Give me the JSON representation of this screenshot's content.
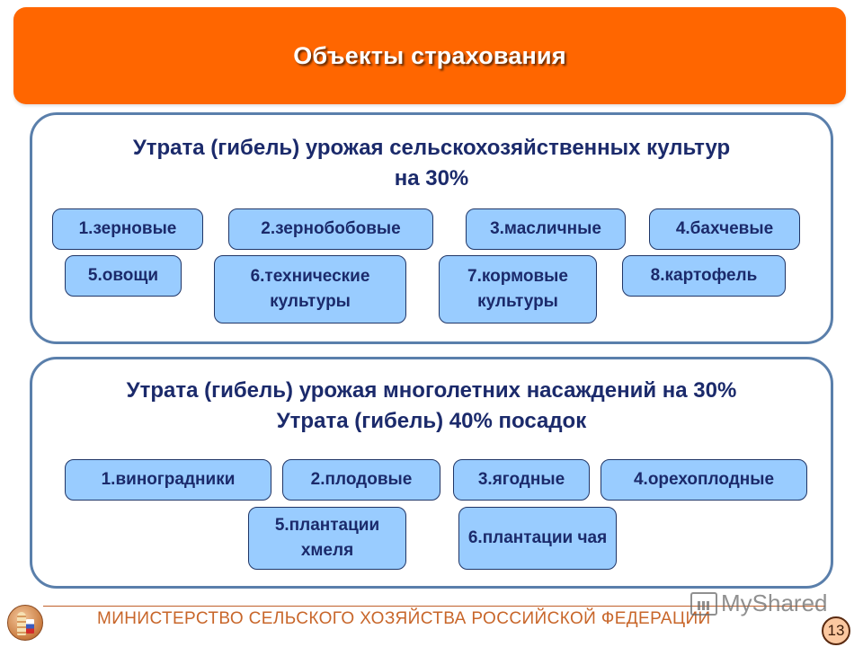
{
  "slide": {
    "title": "Объекты страхования",
    "page_number": "13"
  },
  "panels": [
    {
      "heading_line1": "Утрата (гибель) урожая сельскохозяйственных культур",
      "heading_line2": "на 30%",
      "items": [
        {
          "label": "1.зерновые"
        },
        {
          "label": "2.зернобобовые"
        },
        {
          "label": "3.масличные"
        },
        {
          "label": "4.бахчевые"
        },
        {
          "label": "5.овощи"
        },
        {
          "label": "6.технические культуры"
        },
        {
          "label": "7.кормовые культуры"
        },
        {
          "label": "8.картофель"
        }
      ]
    },
    {
      "heading_line1": "Утрата (гибель) урожая многолетних насаждений на 30%",
      "heading_line2": "Утрата (гибель) 40% посадок",
      "items": [
        {
          "label": "1.виноградники"
        },
        {
          "label": "2.плодовые"
        },
        {
          "label": "3.ягодные"
        },
        {
          "label": "4.орехоплодные"
        },
        {
          "label": "5.плантации хмеля"
        },
        {
          "label": "6.плантации чая"
        }
      ]
    }
  ],
  "footer": {
    "organization": "МИНИСТЕРСТВО СЕЛЬСКОГО ХОЗЯЙСТВА РОССИЙСКОЙ ФЕДЕРАЦИИ",
    "logo_icon": "wheat-flag-emblem-icon",
    "watermark": "MyShared"
  },
  "colors": {
    "title_bg": "#ff6600",
    "panel_border": "#5a7fab",
    "chip_bg": "#99ccff",
    "chip_text": "#1b2a6b",
    "footer_text": "#c8662a",
    "badge_bg": "#fbc8a0"
  }
}
